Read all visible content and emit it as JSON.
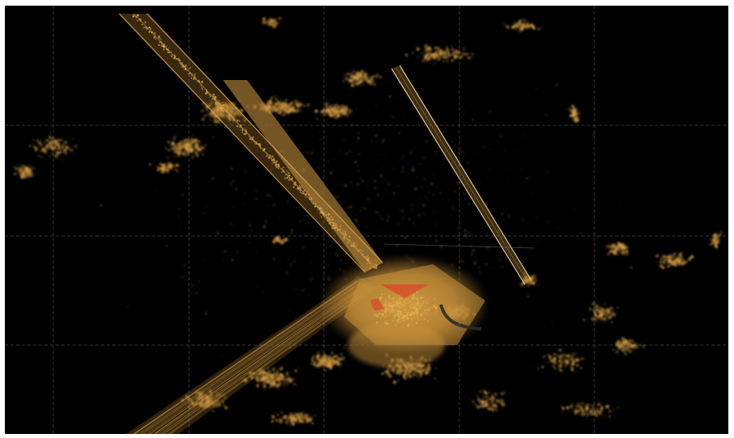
{
  "viewer": {
    "background_color": "#000000",
    "frame_color": "#ffffff",
    "grid_color": "#7a7a7a",
    "grid_style": "dashed",
    "grid_lines_vertical": 12,
    "grid_lines_horizontal": 4
  },
  "point_cloud": {
    "primary_color": "#c8913a",
    "bright_color": "#e0ac4e",
    "dim_color": "#7a5526",
    "highlight_color": "#d9452a",
    "features": [
      "bridge-deck-left",
      "bridge-deck-right",
      "interchange-plaza",
      "road-lower-left",
      "vegetation-clusters"
    ]
  }
}
